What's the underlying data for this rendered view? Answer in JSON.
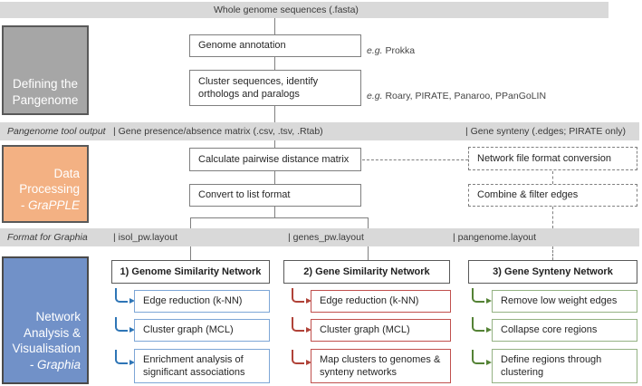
{
  "colors": {
    "bar_bg": "#d9d9d9",
    "stage_defining_bg": "#a6a6a6",
    "stage_processing_bg": "#f3b183",
    "stage_network_bg": "#7191c8",
    "column1_accent": "#2e75b6",
    "column2_accent": "#b04238",
    "column3_accent": "#548235",
    "connector_gray": "#7f7f7f"
  },
  "top": {
    "input_bar": "Whole genome sequences (.fasta)",
    "genome_annotation": "Genome annotation",
    "annotation_eg": "e.g.",
    "annotation_tools": "Prokka",
    "cluster_box": "Cluster sequences, identify orthologs and paralogs",
    "cluster_eg": "e.g.",
    "cluster_tools": "Roary, PIRATE, Panaroo, PPanGoLIN"
  },
  "stages": {
    "defining": {
      "line1": "Defining the",
      "line2": "Pangenome"
    },
    "processing": {
      "line1": "Data",
      "line2": "Processing",
      "line3": "- GraPPLE"
    },
    "network": {
      "line1": "Network",
      "line2": "Analysis &",
      "line3": "Visualisation",
      "line4": "- Graphia"
    }
  },
  "bars": {
    "tool_output": {
      "label": "Pangenome tool output",
      "seg1": "| Gene presence/absence matrix (.csv, .tsv, .Rtab)",
      "seg2": "| Gene synteny (.edges; PIRATE only)"
    },
    "graphia_format": {
      "label": "Format for Graphia",
      "seg1": "| isol_pw.layout",
      "seg2": "| genes_pw.layout",
      "seg3": "| pangenome.layout"
    }
  },
  "processing": {
    "calc_matrix": "Calculate pairwise distance matrix",
    "convert_list": "Convert to list format",
    "net_conversion": "Network file format conversion",
    "combine_edges": "Combine & filter edges"
  },
  "columns": [
    {
      "header": "1) Genome Similarity Network",
      "accent": "#2e75b6",
      "steps": [
        "Edge reduction (k-NN)",
        "Cluster graph (MCL)",
        "Enrichment analysis of significant associations"
      ]
    },
    {
      "header": "2) Gene Similarity Network",
      "accent": "#b04238",
      "steps": [
        "Edge reduction (k-NN)",
        "Cluster graph (MCL)",
        "Map clusters to genomes & synteny networks"
      ]
    },
    {
      "header": "3) Gene Synteny Network",
      "accent": "#548235",
      "steps": [
        "Remove low weight edges",
        "Collapse core regions",
        "Define regions through clustering"
      ]
    }
  ]
}
